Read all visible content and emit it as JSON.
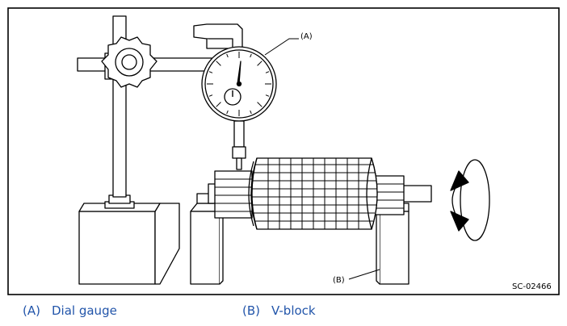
{
  "figure": {
    "id": "SC-02466",
    "callout_a": "(A)",
    "callout_b": "(B)"
  },
  "legend": {
    "items": [
      {
        "key": "(A)",
        "label": "Dial gauge"
      },
      {
        "key": "(B)",
        "label": "V-block"
      }
    ]
  },
  "colors": {
    "line": "#000000",
    "legend_text": "#2255aa"
  }
}
